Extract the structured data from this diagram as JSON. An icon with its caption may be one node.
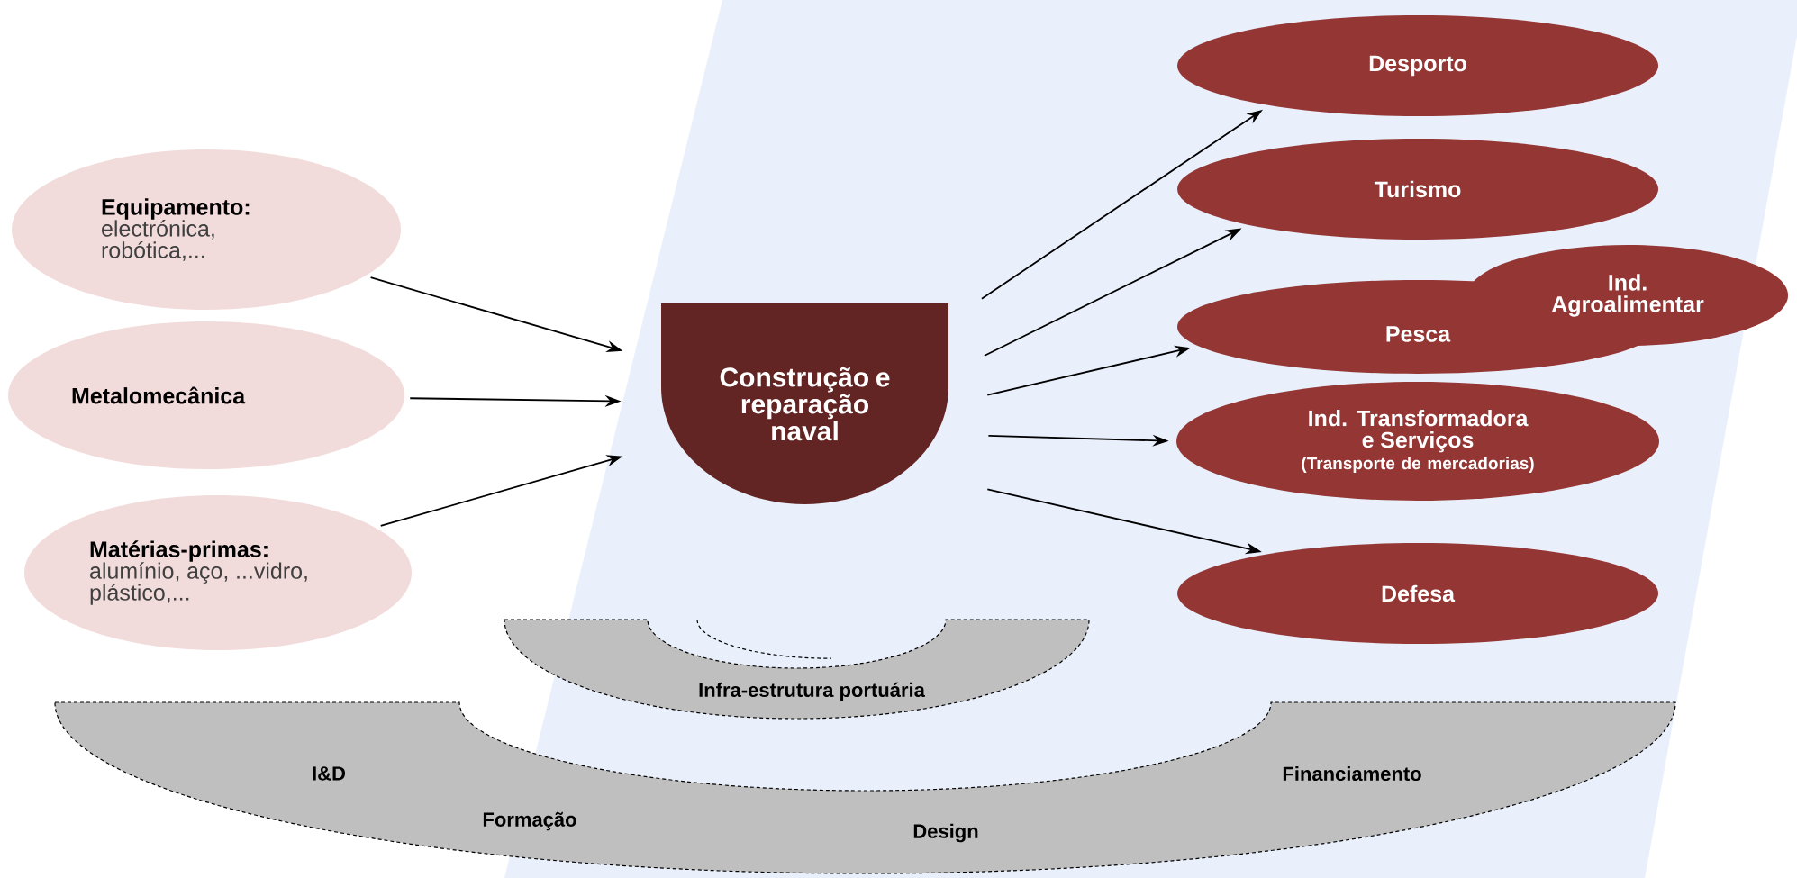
{
  "diagram": {
    "nodes": [
      {
        "text": [
          "Equipamento:",
          "electrónica, robótica,..."
        ]
      },
      {
        "text": [
          "Metalomecânica"
        ]
      },
      {
        "text": [
          "Matérias-primas:",
          "alumínio, aço, ...vidro, plástico,..."
        ]
      },
      {
        "text": [
          "Construção e reparação naval"
        ]
      },
      {
        "text": [
          "Desporto"
        ]
      },
      {
        "text": [
          "Turismo"
        ]
      },
      {
        "text": [
          "Pesca"
        ]
      },
      {
        "text": [
          "Ind. Agroalimentar"
        ]
      },
      {
        "text": [
          "Ind. Transformadora e Serviços",
          "(Transporte de mercadorias)"
        ]
      },
      {
        "text": [
          "Defesa"
        ]
      },
      {
        "text": [
          "Infra-estrutura portuária"
        ]
      },
      {
        "text": [
          "I&D",
          "Formação",
          "Design",
          "Financiamento"
        ]
      }
    ],
    "edges": [
      {
        "from": 0,
        "to": 3,
        "arrow": "to"
      },
      {
        "from": 1,
        "to": 3,
        "arrow": "to"
      },
      {
        "from": 2,
        "to": 3,
        "arrow": "to"
      },
      {
        "from": 3,
        "to": 4,
        "arrow": "to"
      },
      {
        "from": 3,
        "to": 5,
        "arrow": "to"
      },
      {
        "from": 3,
        "to": 6,
        "arrow": "to"
      },
      {
        "from": 3,
        "to": 8,
        "arrow": "to"
      },
      {
        "from": 3,
        "to": 9,
        "arrow": "to"
      }
    ]
  }
}
